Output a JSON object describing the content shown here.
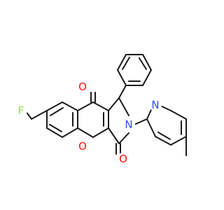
{
  "molecule": {
    "atoms": {
      "F": {
        "text": "F",
        "color": "#90e050"
      },
      "O1": {
        "text": "O",
        "color": "#ff0d0d"
      },
      "O2": {
        "text": "O",
        "color": "#ff0d0d"
      },
      "O3": {
        "text": "O",
        "color": "#ff0d0d"
      },
      "N1": {
        "text": "N",
        "color": "#3050f8"
      },
      "N2": {
        "text": "N",
        "color": "#3050f8"
      }
    },
    "bond_color": "#1a1a1a"
  }
}
